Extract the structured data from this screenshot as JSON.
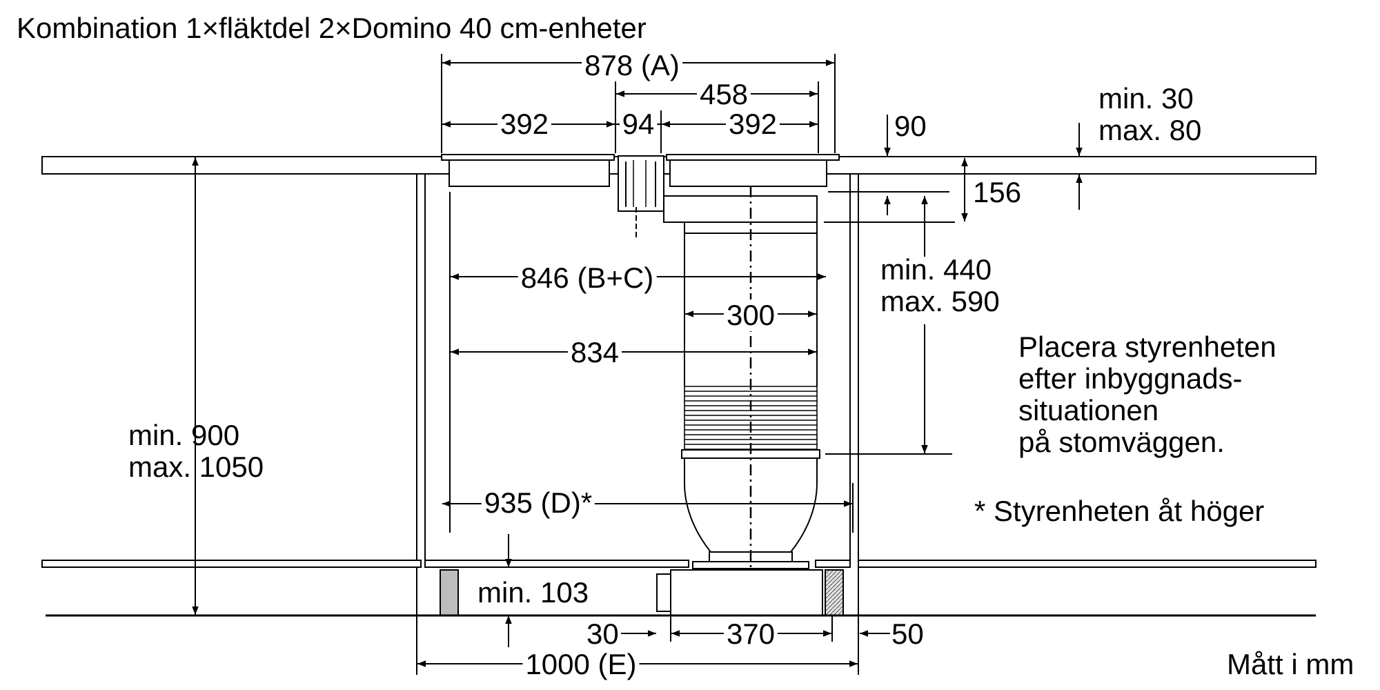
{
  "title": "Kombination 1×fläktdel 2×Domino 40 cm-enheter",
  "dimensions": {
    "a878": "878 (A)",
    "a458": "458",
    "a392_left": "392",
    "a94": "94",
    "a392_right": "392",
    "a90": "90",
    "a156": "156",
    "worktop_thickness": [
      "min. 30",
      "max. 80"
    ],
    "depth_range": [
      "min. 440",
      "max. 590"
    ],
    "height_range": [
      "min. 900",
      "max. 1050"
    ],
    "a846": "846 (B+C)",
    "a300": "300",
    "a834": "834",
    "a935": "935 (D)*",
    "a103": "min. 103",
    "a30": "30",
    "a370": "370",
    "a50": "50",
    "a1000": "1000 (E)"
  },
  "notes": {
    "placement": [
      "Placera styrenheten",
      "efter inbyggnads-",
      "situationen",
      "på stomväggen."
    ],
    "control_right": "* Styrenheten åt höger"
  },
  "units": "Mått i mm",
  "colors": {
    "line": "#000000",
    "leg_fill": "#bdbdbd",
    "background": "#ffffff"
  }
}
